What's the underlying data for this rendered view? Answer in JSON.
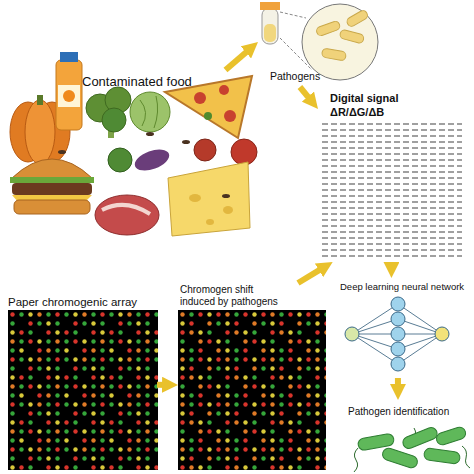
{
  "diagram": {
    "nodes": [
      {
        "text": [
          "Contaminated food"
        ]
      },
      {
        "text": [
          "Pathogens"
        ]
      },
      {
        "text": [
          "Digital signal",
          "ΔR/ΔG/ΔB"
        ]
      },
      {
        "text": [
          "Paper chromogenic array"
        ]
      },
      {
        "text": [
          "Chromogen shift induced by pathogens"
        ]
      },
      {
        "text": [
          "Deep learning neural network"
        ]
      },
      {
        "text": [
          "Pathogen identification"
        ]
      }
    ],
    "edges": [
      {
        "from": 0,
        "to": 1,
        "arrow": "to"
      },
      {
        "from": 1,
        "to": 2,
        "arrow": "to"
      },
      {
        "from": 3,
        "to": 4,
        "arrow": "to"
      },
      {
        "from": 4,
        "to": 2,
        "arrow": "to"
      },
      {
        "from": 2,
        "to": 5,
        "arrow": "to"
      },
      {
        "from": 5,
        "to": 6,
        "arrow": "to"
      }
    ]
  }
}
